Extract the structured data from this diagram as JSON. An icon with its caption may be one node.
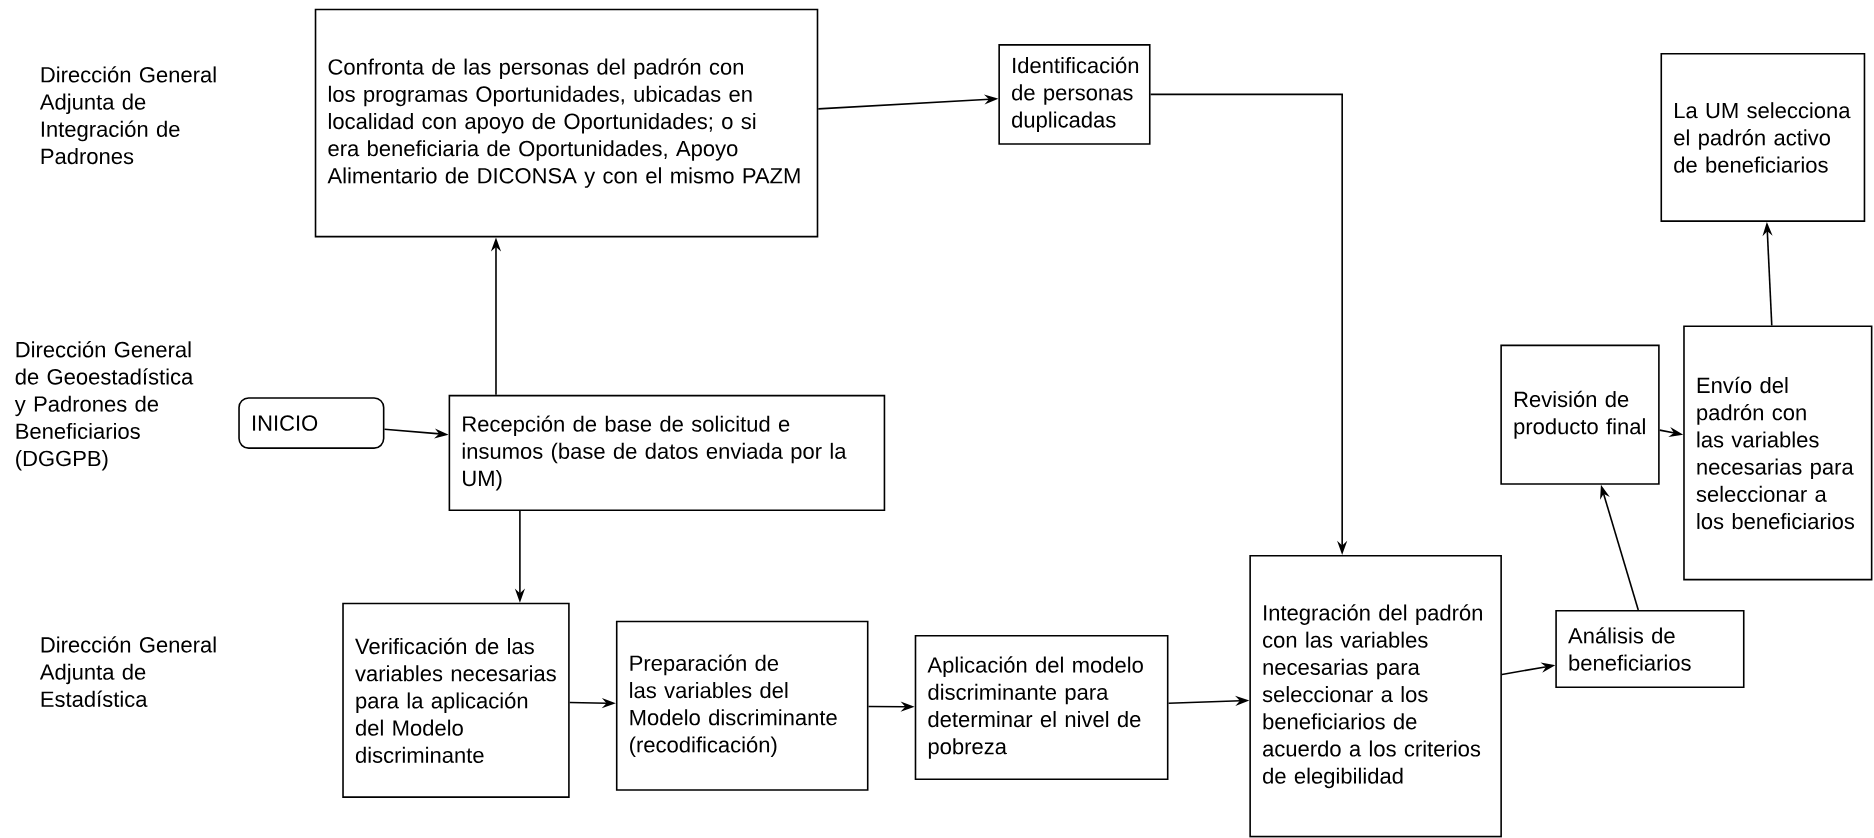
{
  "diagram": {
    "nodes": [
      {
        "text": [
          "Confronta de las personas del padrón con los programas Oportunidades, ubicadas en localidad con apoyo de Oportunidades; o si era beneficiaria de Oportunidades, Apoyo Alimentario de DICONSA y con el mismo PAZM"
        ]
      },
      {
        "text": [
          "Identificación de personas duplicadas"
        ]
      },
      {
        "text": [
          "La UM selecciona el padrón activo de beneficiarios"
        ]
      },
      {
        "text": [
          "INICIO"
        ]
      },
      {
        "text": [
          "Recepción de base de solicitud e insumos (base de datos enviada por la UM)"
        ]
      },
      {
        "text": [
          "Revisión de producto final"
        ]
      },
      {
        "text": [
          "Envío del padrón con las variables necesarias para seleccionar a los beneficiarios"
        ]
      },
      {
        "text": [
          "Verificación de las variables necesarias para la aplicación del Modelo discriminante"
        ]
      },
      {
        "text": [
          "Preparación de las variables del Modelo discriminante (recodificación)"
        ]
      },
      {
        "text": [
          "Aplicación del modelo discriminante para determinar el nivel de pobreza"
        ]
      },
      {
        "text": [
          "Integración del padrón con las variables necesarias para seleccionar a los beneficiarios de acuerdo a los criterios de elegibilidad"
        ]
      },
      {
        "text": [
          "Análisis de beneficiarios"
        ]
      }
    ],
    "edges": [
      {
        "from": 4,
        "to": 0,
        "arrow": "to"
      },
      {
        "from": 0,
        "to": 1,
        "arrow": "to"
      },
      {
        "from": 1,
        "to": 10,
        "arrow": "to"
      },
      {
        "from": 3,
        "to": 4,
        "arrow": "to"
      },
      {
        "from": 4,
        "to": 7,
        "arrow": "to"
      },
      {
        "from": 7,
        "to": 8,
        "arrow": "to"
      },
      {
        "from": 8,
        "to": 9,
        "arrow": "to"
      },
      {
        "from": 9,
        "to": 10,
        "arrow": "to"
      },
      {
        "from": 10,
        "to": 11,
        "arrow": "to"
      },
      {
        "from": 11,
        "to": 5,
        "arrow": "to"
      },
      {
        "from": 5,
        "to": 6,
        "arrow": "to"
      },
      {
        "from": 6,
        "to": 2,
        "arrow": "to"
      }
    ],
    "labels": [
      "Dirección General Adjunta de Integración de Padrones",
      "Dirección General de Geoestadística y Padrones de Beneficiarios (DGGPB)",
      "Dirección General Adjunta de Estadística"
    ]
  }
}
